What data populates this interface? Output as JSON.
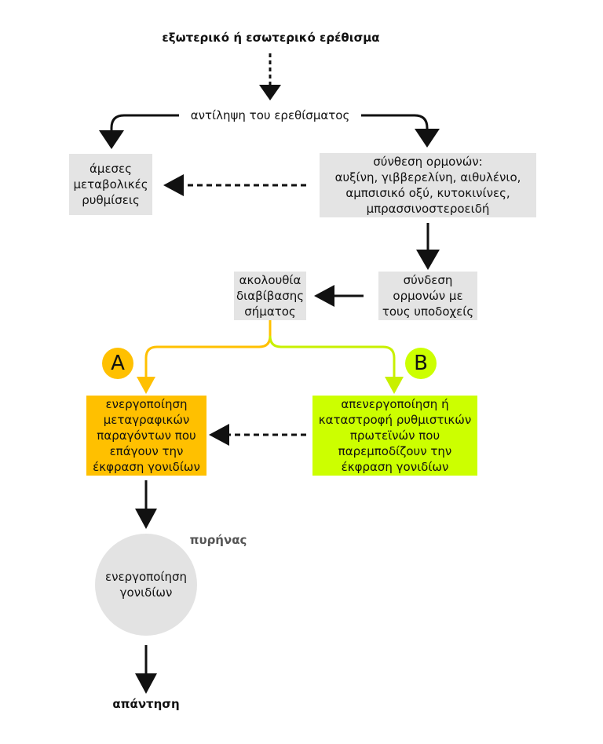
{
  "diagram": {
    "stimulus": "εξωτερικό ή εσωτερικό ερέθισμα",
    "perception": "αντίληψη του ερεθίσματος",
    "immediate": [
      "άμεσες",
      "μεταβολικές",
      "ρυθμίσεις"
    ],
    "synthesis": [
      "σύνθεση ορμονών:",
      "αυξίνη, γιββερελίνη, αιθυλένιο,",
      "αμπσισικό οξύ, κυτοκινίνες,",
      "μπρασσινοστεροειδή"
    ],
    "binding": [
      "σύνδεση",
      "ορμονών με",
      "τους υποδοχείς"
    ],
    "transduction": [
      "ακολουθία",
      "διαβίβασης",
      "σήματος"
    ],
    "badge_a": "A",
    "badge_b": "B",
    "path_a": [
      "ενεργοποίηση",
      "μεταγραφικών",
      "παραγόντων που",
      "επάγουν την",
      "έκφραση γονιδίων"
    ],
    "path_b": [
      "απενεργοποίηση ή",
      "καταστροφή ρυθμιστικών",
      "πρωτεϊνών που",
      "παρεμποδίζουν την",
      "έκφραση γονιδίων"
    ],
    "nucleus_label": "πυρήνας",
    "gene_activation": [
      "ενεργοποίηση",
      "γονιδίων"
    ],
    "response": "απάντηση"
  },
  "colors": {
    "grey_box": "#e4e4e4",
    "orange": "#ffc000",
    "lime": "#ccff00",
    "nucleus": "#e3e3e3",
    "nucleus_label": "#555555",
    "arrow": "#111111"
  }
}
